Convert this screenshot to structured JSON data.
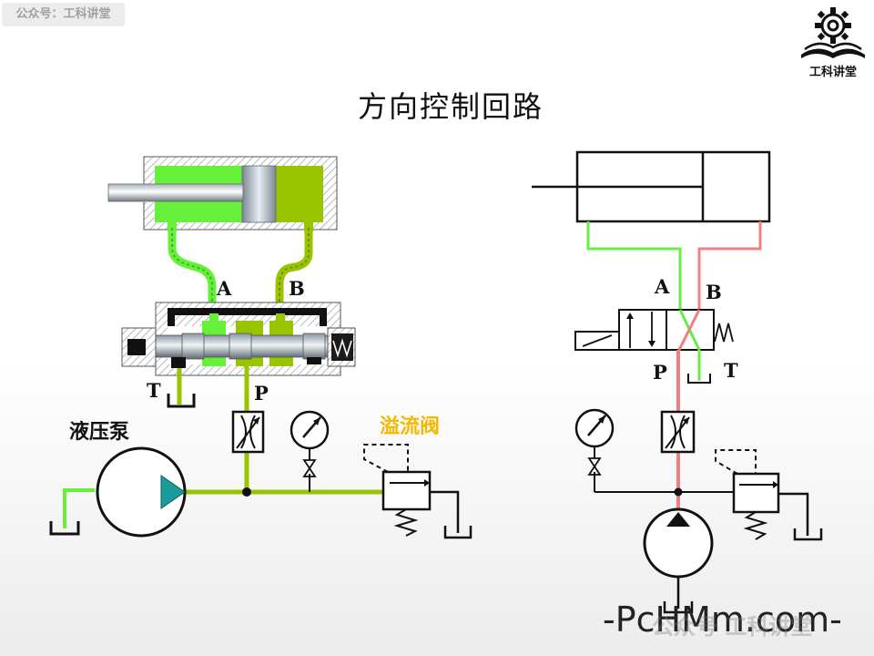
{
  "watermark_tag": "公众号：工科讲堂",
  "logo": {
    "text": "工科讲堂",
    "icon": "gear-book-icon"
  },
  "title": "方向控制回路",
  "labels": {
    "left_A": "A",
    "left_B": "B",
    "left_T": "T",
    "left_P": "P",
    "pump": "液压泵",
    "relief_valve": "溢流阀",
    "right_A": "A",
    "right_B": "B",
    "right_P": "P",
    "right_T": "T"
  },
  "footer": {
    "site": "-PcHMm.com-",
    "watermark": "公众号  工科讲堂"
  },
  "colors": {
    "bright_green": "#66f03a",
    "olive_green": "#99c400",
    "line_green": "#a6d12a",
    "schematic_green": "#66ee44",
    "schematic_pink": "#f08080",
    "pump_triangle": "#1a9a9a",
    "relief_label": "#f5b800",
    "housing_hatch": "#9fa8b0"
  }
}
